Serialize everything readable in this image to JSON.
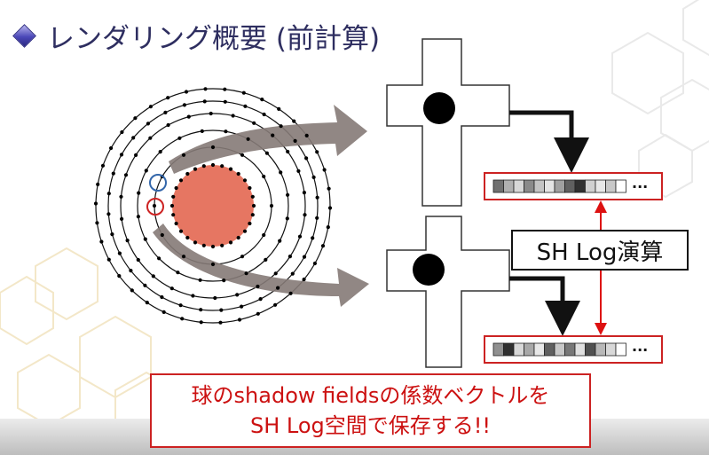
{
  "slide": {
    "title": "レンダリング概要 (前計算)",
    "sh_log_label": "SH Log演算",
    "note_lines": [
      "球のshadow fieldsの係数ベクトルを",
      "SH Log空間で保存する!!"
    ],
    "ellipsis": "···"
  },
  "diagram": {
    "ring_count": 5,
    "dots_per_ring": [
      12,
      20,
      26,
      32,
      38
    ],
    "coefficient_cells_top": [
      "#707070",
      "#b0b0b0",
      "#d8d8d8",
      "#8a8a8a",
      "#c4c4c4",
      "#e4e4e4",
      "#a0a0a0",
      "#606060",
      "#303030",
      "#d0d0d0",
      "#e8e8e8",
      "#c8c8c8",
      "#ffffff"
    ],
    "coefficient_cells_bottom": [
      "#909090",
      "#303030",
      "#d8d8d8",
      "#a8a8a8",
      "#e8e8e8",
      "#606060",
      "#c8c8c8",
      "#787878",
      "#e0e0e0",
      "#505050",
      "#b8b8b8",
      "#d8d8d8",
      "#ffffff"
    ]
  },
  "colors": {
    "sphere": "#e67662",
    "arrow_gray": "#857a77",
    "highlight_red": "#cc2222",
    "highlight_blue": "#3366aa",
    "title_text": "#2e2e60"
  }
}
